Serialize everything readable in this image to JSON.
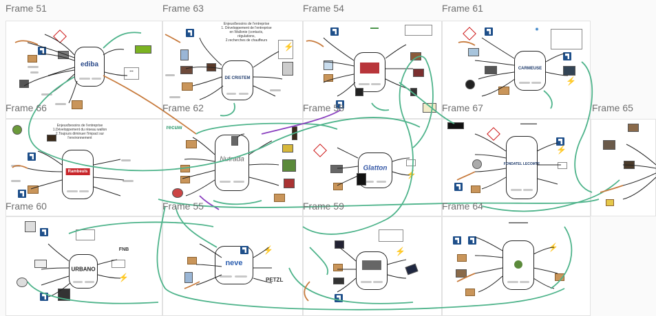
{
  "frames": [
    {
      "id": "f51",
      "label": "Frame 51",
      "logo": "ediba"
    },
    {
      "id": "f63",
      "label": "Frame 63",
      "logo": "DE CRISTEM"
    },
    {
      "id": "f54",
      "label": "Frame 54",
      "logo": ""
    },
    {
      "id": "f61",
      "label": "Frame 61",
      "logo": "CARMEUSE"
    },
    {
      "id": "f66",
      "label": "Frame 66",
      "logo": "Rambeuls"
    },
    {
      "id": "f62",
      "label": "Frame 62",
      "logo": "Nutrada"
    },
    {
      "id": "f58",
      "label": "Frame 58",
      "logo": "Glatton"
    },
    {
      "id": "f67",
      "label": "Frame 67",
      "logo": "FONDATEL LECOMTE"
    },
    {
      "id": "f65",
      "label": "Frame 65",
      "logo": ""
    },
    {
      "id": "f60",
      "label": "Frame 60",
      "logo": "URBANO"
    },
    {
      "id": "f55",
      "label": "Frame 55",
      "logo": "neve"
    },
    {
      "id": "f59",
      "label": "Frame 59",
      "logo": ""
    },
    {
      "id": "f64",
      "label": "Frame 64",
      "logo": ""
    }
  ],
  "texts": {
    "f63_needs": "Enjeux/besoins de l'entreprise\n1. Développement de l'entreprise\nen Wallonie (contacts,\nrégulations,\n2.recherches de chauffeurs",
    "f66_needs": "Enjeux/besoins de l'entreprise\n1.Développement du réseau wallon\n2.Toujours diminuer l'impact sur\nl'environnement",
    "f62_brand": "recuw",
    "f55_brand": "PETZL",
    "f60_brand": "FNB"
  },
  "colors": {
    "link_green": "#4db38a",
    "link_orange": "#c77a3c",
    "link_purple": "#8a3fbf",
    "icon_blue": "#1e4f8a"
  }
}
